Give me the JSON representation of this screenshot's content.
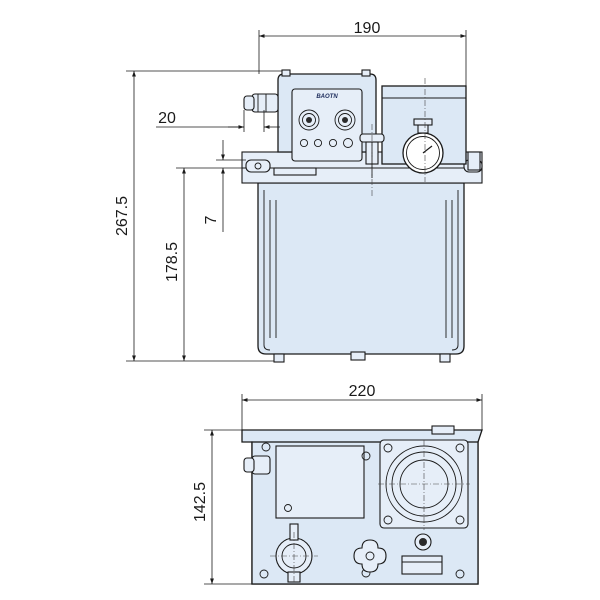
{
  "dimensions": {
    "front_width": "190",
    "total_height": "267.5",
    "tank_height": "178.5",
    "side_offset": "20",
    "flange_thickness": "7",
    "top_width": "220",
    "top_depth": "142.5"
  },
  "brand": "BAOTN",
  "colors": {
    "body": "#dce8f5",
    "outline": "#1a1a1a"
  }
}
